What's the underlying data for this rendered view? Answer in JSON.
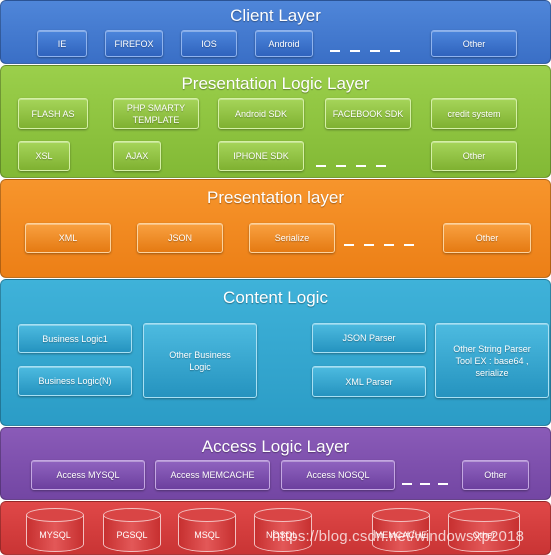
{
  "layers": {
    "client": {
      "title": "Client Layer",
      "items": [
        "IE",
        "FIREFOX",
        "IOS",
        "Android",
        "Other"
      ]
    },
    "presentation_logic": {
      "title": "Presentation Logic Layer",
      "items": [
        "FLASH AS",
        "PHP SMARTY TEMPLATE",
        "Android SDK",
        "FACEBOOK SDK",
        "credit system",
        "XSL",
        "AJAX",
        "IPHONE SDK",
        "Other"
      ]
    },
    "presentation": {
      "title": "Presentation layer",
      "items": [
        "XML",
        "JSON",
        "Serialize",
        "Other"
      ]
    },
    "content_logic": {
      "title": "Content Logic",
      "items": [
        "Business Logic1",
        "Business Logic(N)",
        "Other Business Logic",
        "JSON Parser",
        "XML Parser",
        "Other String Parser Tool EX : base64 , serialize"
      ]
    },
    "access_logic": {
      "title": "Access Logic Layer",
      "items": [
        "Access MYSQL",
        "Access MEMCACHE",
        "Access NOSQL",
        "Other"
      ]
    },
    "data": {
      "items": [
        "MYSQL",
        "PGSQL",
        "MSQL",
        "NOSQL",
        "MEMCACHE",
        "Other"
      ]
    }
  },
  "watermark": "https://blog.csdn.net/windowsxp2018",
  "colors": {
    "client": "#3f76cf",
    "presentation_logic": "#8cc43e",
    "presentation": "#f08820",
    "content_logic": "#33a6cf",
    "access_logic": "#7d50ad",
    "data": "#d43d3d"
  }
}
